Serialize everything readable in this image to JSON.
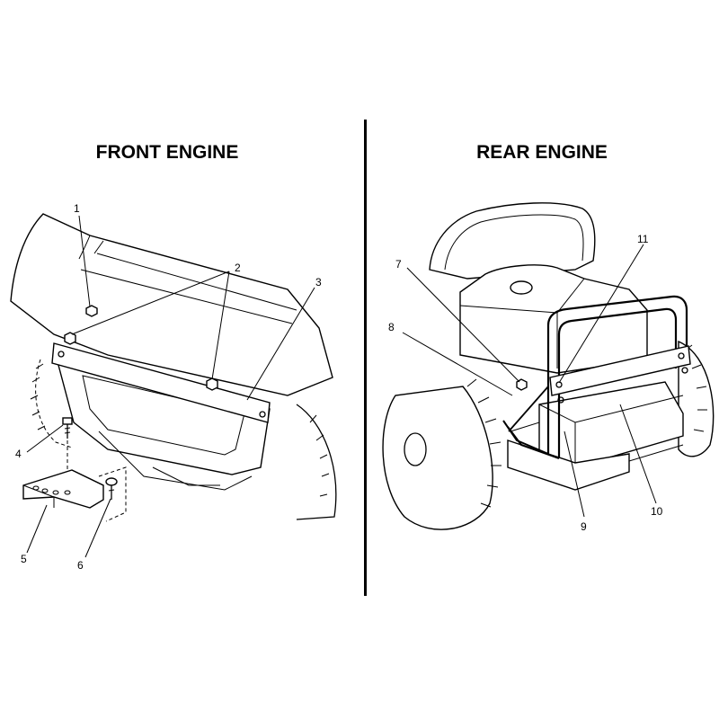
{
  "titles": {
    "front": "FRONT ENGINE",
    "rear": "REAR ENGINE"
  },
  "callouts": {
    "c1": "1",
    "c2": "2",
    "c3": "3",
    "c4": "4",
    "c5": "5",
    "c6": "6",
    "c7": "7",
    "c8": "8",
    "c9": "9",
    "c10": "10",
    "c11": "11"
  }
}
